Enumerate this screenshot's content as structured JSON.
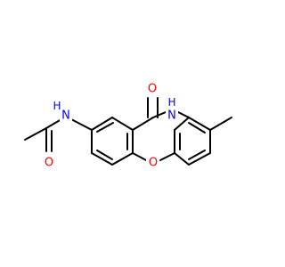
{
  "molecule": {
    "atoms": {
      "nh_amide_n": "N",
      "nh_amide_h": "H",
      "o_acetyl": "O",
      "o_ketone": "O",
      "nh_ring_n": "N",
      "nh_ring_h": "H",
      "o_ether": "O"
    },
    "colors": {
      "bond": "#000000",
      "nitrogen": "#0000ff",
      "oxygen": "#ff0000",
      "background": "#ffffff"
    }
  }
}
